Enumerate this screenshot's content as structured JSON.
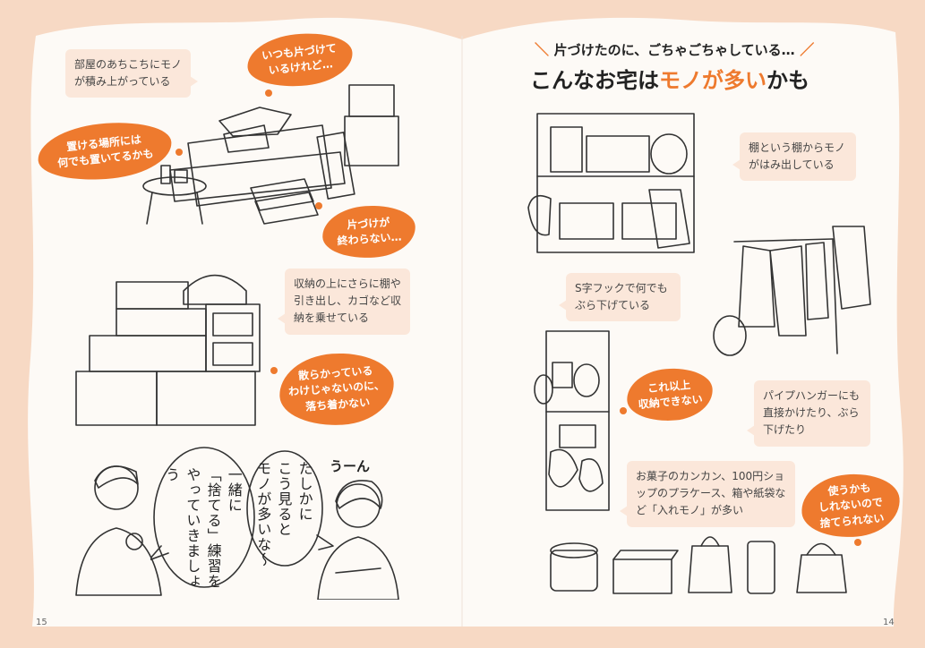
{
  "colors": {
    "background": "#f7d9c4",
    "paper": "#fdfaf6",
    "accent": "#ee7a2e",
    "caption_bg": "#fbe7da",
    "gray": "#9b9b9b",
    "peach": "#f4a877"
  },
  "left_page": {
    "page_number": "15",
    "captions": {
      "room": "部屋のあちこちにモノが積み上がっている",
      "storage": "収納の上にさらに棚や引き出し、カゴなど収納を乗せている"
    },
    "blobs": {
      "tidy": "いつも片づけて\nいるけれど…",
      "place": "置ける場所には\n何でも置いてるかも",
      "never_end": "片づけが\n終わらない…",
      "not_messy": "散らかっている\nわけじゃないのに、\n落ち着かない"
    },
    "dialogue": {
      "man": "一緒に\n「捨てる」練習を\nやっていきましょう",
      "woman": "たしかに\nこう見ると\nモノが多いな〜",
      "woman_sigh": "うーん"
    }
  },
  "right_page": {
    "page_number": "14",
    "heading": {
      "sub": "片づけたのに、ごちゃごちゃしている…",
      "main_1": "こんなお宅は",
      "main_2": "モノが多い",
      "main_3": "かも"
    },
    "captions": {
      "shelf": "棚という棚からモノがはみ出している",
      "hook": "S字フックで何でもぶら下げている",
      "pipe": "パイプハンガーにも直接かけたり、ぶら下げたり",
      "boxes": "お菓子のカンカン、100円ショップのプラケース、箱や紙袋など「入れモノ」が多い"
    },
    "blobs": {
      "cannot_store": "これ以上\n収納できない",
      "might_use": "使うかも\nしれないので\n捨てられない"
    }
  }
}
